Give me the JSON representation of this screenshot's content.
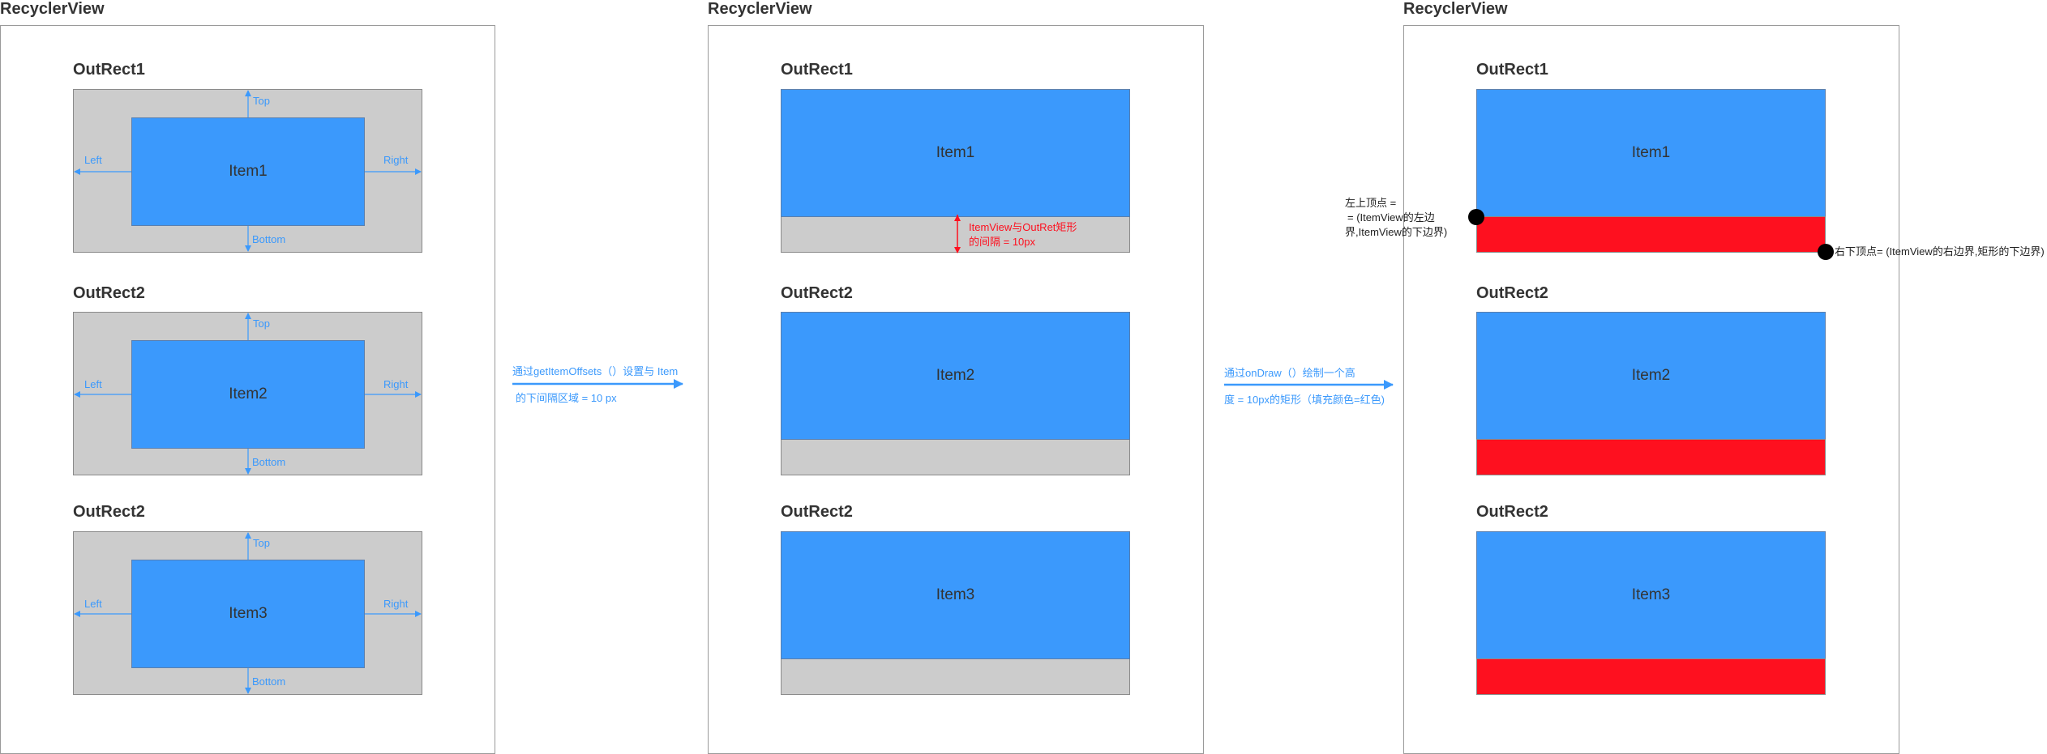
{
  "colors": {
    "item_blue": "#3b99fc",
    "outer_gray": "#cccccc",
    "decoration_red": "#fe101f",
    "text_dark": "#333333"
  },
  "panels": [
    {
      "title": "RecyclerView",
      "rects": [
        {
          "out_label": "OutRect1",
          "item_label": "Item1"
        },
        {
          "out_label": "OutRect2",
          "item_label": "Item2"
        },
        {
          "out_label": "OutRect2",
          "item_label": "Item3"
        }
      ],
      "margin_labels": {
        "top": "Top",
        "bottom": "Bottom",
        "left": "Left",
        "right": "Right"
      }
    },
    {
      "title": "RecyclerView",
      "rects": [
        {
          "out_label": "OutRect1",
          "item_label": "Item1"
        },
        {
          "out_label": "OutRect2",
          "item_label": "Item2"
        },
        {
          "out_label": "OutRect2",
          "item_label": "Item3"
        }
      ],
      "gap_note_line1": "ItemView与OutRet矩形",
      "gap_note_line2": "的间隔 = 10px"
    },
    {
      "title": "RecyclerView",
      "rects": [
        {
          "out_label": "OutRect1",
          "item_label": "Item1"
        },
        {
          "out_label": "OutRect2",
          "item_label": "Item2"
        },
        {
          "out_label": "OutRect2",
          "item_label": "Item3"
        }
      ],
      "top_left_note_line1": "左上顶点 =",
      "top_left_note_line2": "= (ItemView的左边",
      "top_left_note_line3": "界,ItemView的下边界)",
      "bottom_right_note": "右下顶点= (ItemView的右边界,矩形的下边界)"
    }
  ],
  "arrows": [
    {
      "line1": "通过getItemOffsets（）设置与 Item",
      "line2": "的下间隔区域 = 10 px"
    },
    {
      "line1": "通过onDraw（）绘制一个高",
      "line2": "度 = 10px的矩形（填充颜色=红色)"
    }
  ]
}
